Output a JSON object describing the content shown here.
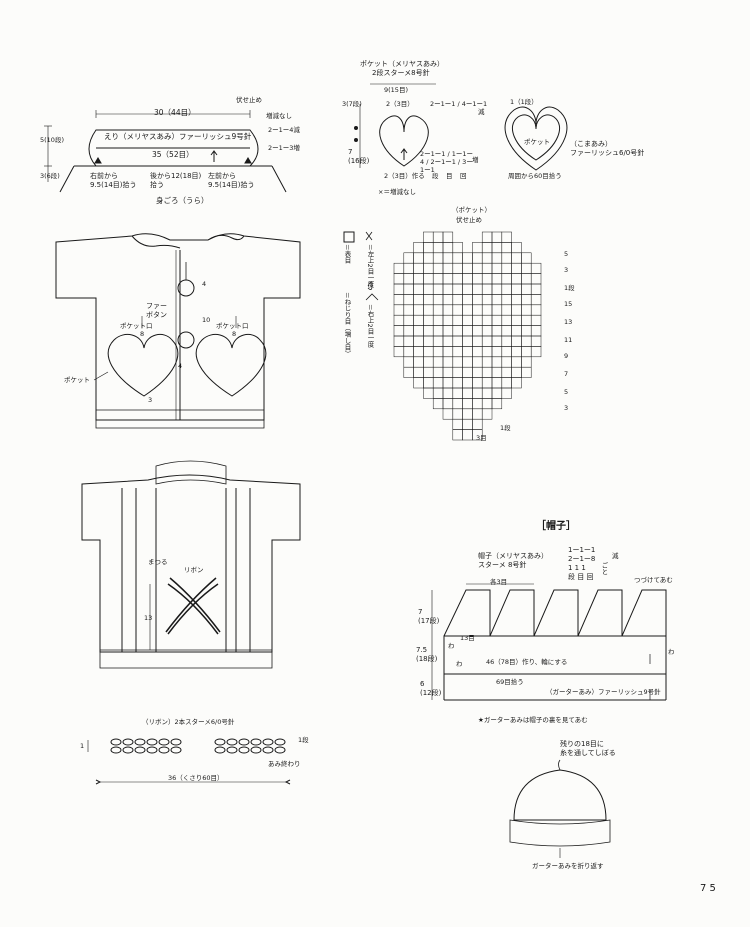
{
  "page_number": "7 5",
  "collar": {
    "name": "えり（メリヤスあみ）ファーリッシュ9号針",
    "top": "30（44目）",
    "bottom": "35（52目）",
    "bind_off": "伏せ止め",
    "no_change": "増減なし",
    "dec": "2ー1ー4減",
    "inc": "2ー1ー3増",
    "h_main": "5(10段)",
    "h_low": "3(6段)",
    "right_front": [
      "右前から",
      "9.5(14目)拾う"
    ],
    "back": [
      "後から12(18目)",
      "拾う"
    ],
    "left_front": [
      "左前から",
      "9.5(14目)拾う"
    ],
    "body_wrong": "身ごろ（うら）"
  },
  "pocket_knit": {
    "title": [
      "ポケット（メリヤスあみ）",
      "2段スターメ8号針"
    ],
    "width": "9(15目)",
    "top3": "3(7段)",
    "h7": [
      "7",
      "(16段)"
    ],
    "mid": "2（3目）",
    "dec_legend": "2ー1ー1 / 4ー1ー1",
    "dec_mark": "減",
    "inc_legend": "2ー1ー1 / 1ー1ー4 / 2ー1ー1 / 3ー1ー1",
    "inc_mark": "増",
    "cast": "2（3目）作る",
    "steps": [
      "段",
      "目",
      "回"
    ],
    "x_note": "×＝増減なし"
  },
  "pocket_crochet": {
    "row1": "1（1段）",
    "label": "ポケット",
    "yarn": [
      "（こまあみ）",
      "ファーリッシュ6/0号針"
    ],
    "pick": "周囲から60目拾う"
  },
  "main_legend": {
    "plain": "＝表目",
    "k2tog": "＝左上2目一度",
    "twist": "＝ねじり目（増し目）",
    "ssk": "＝右上2目一度"
  },
  "heart_chart": {
    "title": "（ポケット）",
    "bind_off": "伏せ止め",
    "right_numbers": [
      "5",
      "3",
      "1段",
      "15",
      "13",
      "11",
      "9",
      "7",
      "5",
      "3"
    ],
    "bottom": "3目",
    "first_row": "1段"
  },
  "body_front": {
    "fur_button": [
      "ファー",
      "ボタン"
    ],
    "n4": "4",
    "n10": "10",
    "n4b": "4",
    "n8a": "8",
    "n8b": "8",
    "n3": "3",
    "pocket_mouth_l": "ポケット口",
    "pocket_mouth_r": "ポケット口",
    "pocket": "ポケット"
  },
  "body_back": {
    "sew": "まつる",
    "ribbon": "リボン",
    "n13": "13"
  },
  "ribbon": {
    "title": "（リボン）2本スターメ6/0号針",
    "row": "1",
    "row1": "1段",
    "end": "あみ終わり",
    "length": "36（くさり60目）"
  },
  "hat": {
    "heading": "［帽子］",
    "name": [
      "帽子（メリヤスあみ）",
      "スターメ 8号針"
    ],
    "dec_legend": [
      "1ー1ー1",
      "2ー1ー8",
      "1  1  1",
      "段 目 回"
    ],
    "dec_mark": "減",
    "dec_note": "ごと",
    "each3": "各3目",
    "join": "つづけてあむ",
    "h7": [
      "7",
      "(17段)"
    ],
    "h75": [
      "7.5",
      "(18段)"
    ],
    "h6": [
      "6",
      "(12段)"
    ],
    "n13": "13目",
    "w": "わ",
    "w2": "わ",
    "w3": "わ",
    "round": "46（78目）作り、輪にする",
    "pick": "69目拾う",
    "garter": "（ガーターあみ）ファーリッシュ9号針",
    "note": "★ガーターあみは帽子の裏を見てあむ",
    "top_note": [
      "残りの18目に",
      "糸を通してしぼる"
    ],
    "fold": "ガーターあみを折り返す"
  },
  "colors": {
    "ink": "#1a1a1a",
    "paper": "#fcfcfa"
  }
}
